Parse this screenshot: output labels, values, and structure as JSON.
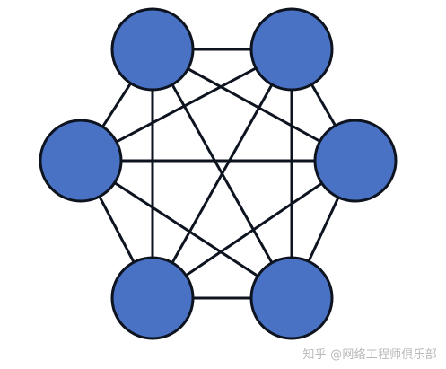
{
  "diagram": {
    "type": "full-mesh network topology",
    "node_count": 6,
    "nodes": [
      {
        "id": "n1",
        "position": "top-left"
      },
      {
        "id": "n2",
        "position": "top-right"
      },
      {
        "id": "n3",
        "position": "middle-left"
      },
      {
        "id": "n4",
        "position": "middle-right"
      },
      {
        "id": "n5",
        "position": "bottom-left"
      },
      {
        "id": "n6",
        "position": "bottom-right"
      }
    ],
    "edges": [
      [
        "n1",
        "n2"
      ],
      [
        "n1",
        "n3"
      ],
      [
        "n1",
        "n4"
      ],
      [
        "n1",
        "n5"
      ],
      [
        "n1",
        "n6"
      ],
      [
        "n2",
        "n3"
      ],
      [
        "n2",
        "n4"
      ],
      [
        "n2",
        "n5"
      ],
      [
        "n2",
        "n6"
      ],
      [
        "n3",
        "n4"
      ],
      [
        "n3",
        "n5"
      ],
      [
        "n3",
        "n6"
      ],
      [
        "n4",
        "n5"
      ],
      [
        "n4",
        "n6"
      ],
      [
        "n5",
        "n6"
      ]
    ],
    "colors": {
      "node_fill": "#4A72C4",
      "node_stroke": "#0d1420",
      "edge": "#0d1420",
      "background": "#ffffff"
    }
  },
  "watermark": {
    "text": "知乎 @网络工程师俱乐部"
  }
}
